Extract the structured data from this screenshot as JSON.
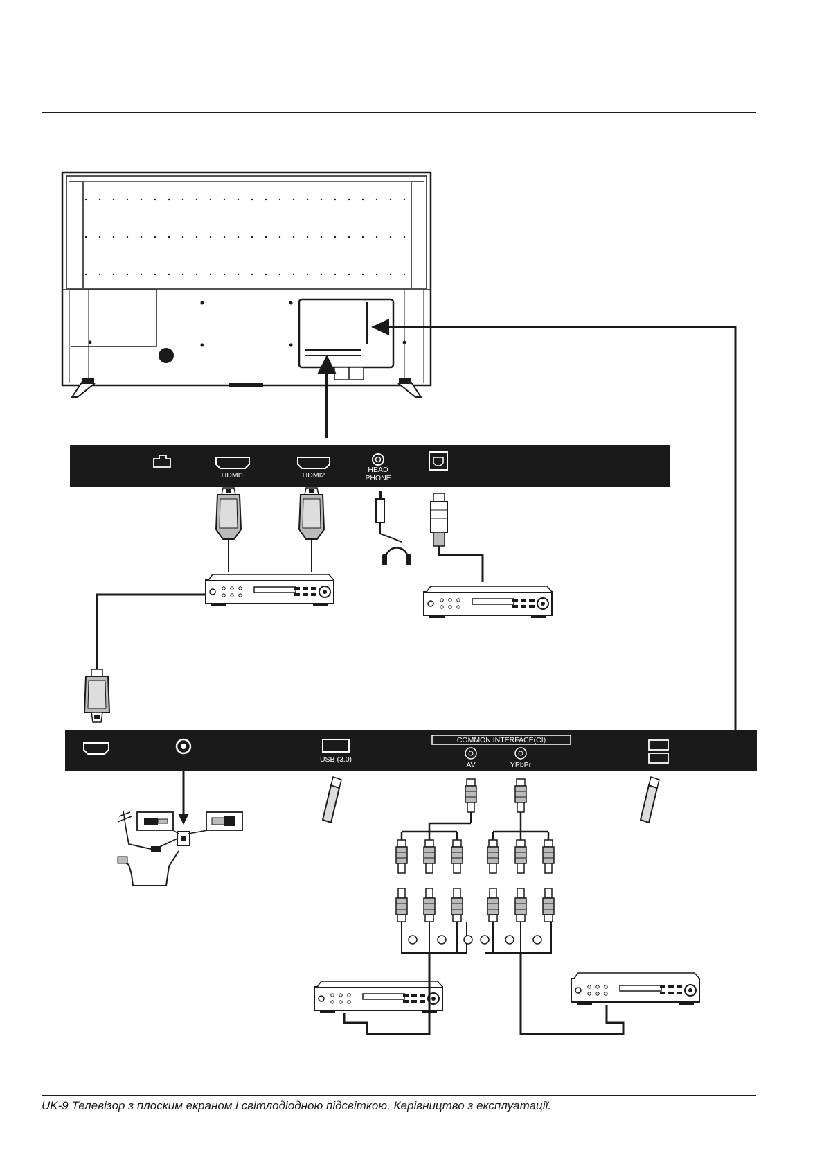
{
  "top_panel": {
    "ports": [
      "HDMI1",
      "HDMI2",
      "HEAD",
      "PHONE"
    ]
  },
  "bottom_panel": {
    "usb_label": "USB (3.0)",
    "ci_label": "COMMON INTERFACE(CI)",
    "av_label": "AV",
    "ypbpr_label": "YPbPr"
  },
  "footer": {
    "text": "UK-9 Телевізор з плоским екраном і світлодіодною підсвіткою. Керівництво з експлуатації."
  },
  "colors": {
    "panel": "#1a1a1a",
    "line": "#1a1a1a"
  }
}
